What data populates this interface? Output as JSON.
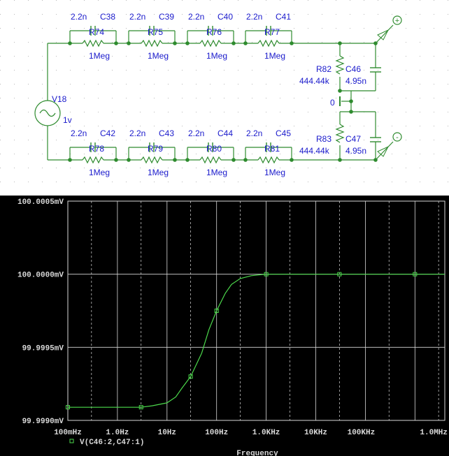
{
  "schematic": {
    "source": {
      "name": "V18",
      "value": "1v"
    },
    "ground_label": "0",
    "top_row": [
      {
        "cap_value": "2.2n",
        "cap_name": "C38",
        "res_name": "R74",
        "res_value": "1Meg"
      },
      {
        "cap_value": "2.2n",
        "cap_name": "C39",
        "res_name": "R75",
        "res_value": "1Meg"
      },
      {
        "cap_value": "2.2n",
        "cap_name": "C40",
        "res_name": "R76",
        "res_value": "1Meg"
      },
      {
        "cap_value": "2.2n",
        "cap_name": "C41",
        "res_name": "R77",
        "res_value": "1Meg"
      }
    ],
    "bottom_row": [
      {
        "cap_value": "2.2n",
        "cap_name": "C42",
        "res_name": "R78",
        "res_value": "1Meg"
      },
      {
        "cap_value": "2.2n",
        "cap_name": "C43",
        "res_name": "R79",
        "res_value": "1Meg"
      },
      {
        "cap_value": "2.2n",
        "cap_name": "C44",
        "res_name": "R80",
        "res_value": "1Meg"
      },
      {
        "cap_value": "2.2n",
        "cap_name": "C45",
        "res_name": "R81",
        "res_value": "1Meg"
      }
    ],
    "load_top": {
      "res_name": "R82",
      "res_value": "444.44k",
      "cap_name": "C46",
      "cap_value": "4.95n"
    },
    "load_bottom": {
      "res_name": "R83",
      "res_value": "444.44k",
      "cap_name": "C47",
      "cap_value": "4.95n"
    },
    "marker_plus": "+",
    "marker_minus": "-"
  },
  "colors": {
    "wire": "#2e8b2e",
    "label": "#1a1acc",
    "plot_bg": "#000000",
    "trace": "#4cd94c",
    "axis": "#d8d8d8"
  },
  "chart_data": {
    "type": "line",
    "x_scale": "log",
    "xlim": [
      0.1,
      4000000
    ],
    "ylim": [
      99.999,
      100.0005
    ],
    "x_ticks": [
      {
        "value": 0.1,
        "label": "100mHz"
      },
      {
        "value": 1,
        "label": "1.0Hz"
      },
      {
        "value": 10,
        "label": "10Hz"
      },
      {
        "value": 100,
        "label": "100Hz"
      },
      {
        "value": 1000,
        "label": "1.0KHz"
      },
      {
        "value": 10000,
        "label": "10KHz"
      },
      {
        "value": 100000,
        "label": "100KHz"
      },
      {
        "value": 1000000,
        "label": "1.0MHz"
      }
    ],
    "y_ticks": [
      {
        "value": 99.999,
        "label": "99.9990mV"
      },
      {
        "value": 99.9995,
        "label": "99.9995mV"
      },
      {
        "value": 100.0,
        "label": "100.0000mV"
      },
      {
        "value": 100.0005,
        "label": "100.0005mV"
      }
    ],
    "xlabel": "Frequency",
    "legend": {
      "entry": "V(C46:2,C47:1)",
      "placement": "bottom-left"
    },
    "series": [
      {
        "name": "V(C46:2,C47:1)",
        "x": [
          0.1,
          0.3,
          1,
          3,
          5,
          10,
          15,
          20,
          30,
          50,
          70,
          100,
          150,
          200,
          300,
          500,
          700,
          1000,
          10000,
          100000,
          1000000,
          4000000
        ],
        "y": [
          99.99909,
          99.99909,
          99.99909,
          99.99909,
          99.9991,
          99.99912,
          99.99916,
          99.99922,
          99.9993,
          99.99946,
          99.99962,
          99.99975,
          99.99987,
          99.99993,
          99.99997,
          99.99999,
          99.999995,
          100.0,
          100.0,
          100.0,
          100.0,
          100.0
        ]
      }
    ],
    "markers": [
      {
        "x": 0.1,
        "y": 99.99909
      },
      {
        "x": 3,
        "y": 99.99909
      },
      {
        "x": 30,
        "y": 99.9993
      },
      {
        "x": 100,
        "y": 99.99975
      },
      {
        "x": 1000,
        "y": 100.0
      },
      {
        "x": 30000,
        "y": 100.0
      },
      {
        "x": 1000000,
        "y": 100.0
      }
    ]
  }
}
